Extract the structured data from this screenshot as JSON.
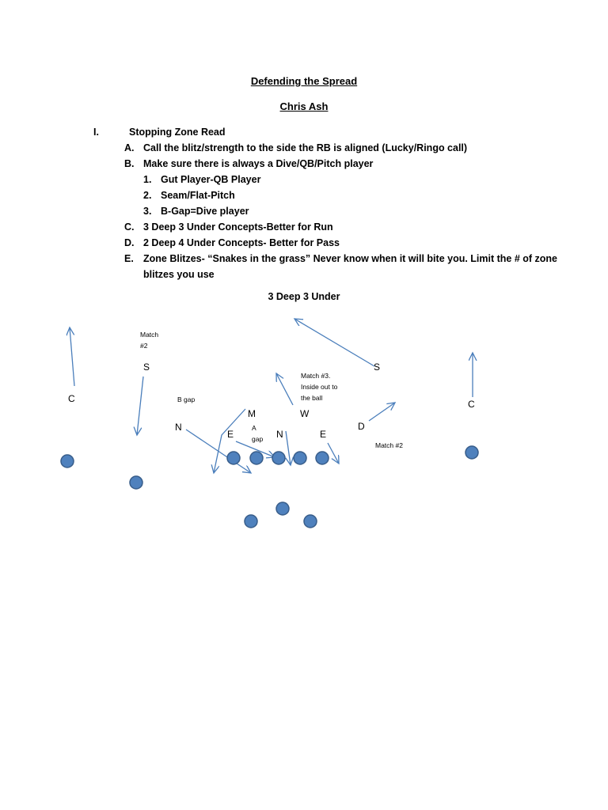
{
  "document": {
    "title": "Defending the Spread",
    "author": "Chris Ash",
    "section": {
      "number": "I.",
      "heading": "Stopping Zone Read",
      "items": [
        {
          "marker": "A.",
          "text": "Call the blitz/strength to the side the RB is aligned (Lucky/Ringo call)"
        },
        {
          "marker": "B.",
          "text": "Make sure there is always a Dive/QB/Pitch player"
        },
        {
          "marker": "C.",
          "text": "3 Deep 3 Under Concepts-Better for Run"
        },
        {
          "marker": "D.",
          "text": "2 Deep 4 Under Concepts- Better for Pass"
        },
        {
          "marker": "E.",
          "text": "Zone Blitzes- “Snakes in the grass” Never know when it will bite you. Limit the # of zone",
          "continuation": "blitzes you use"
        }
      ],
      "subitems": [
        {
          "marker": "1.",
          "text": "Gut Player-QB Player"
        },
        {
          "marker": "2.",
          "text": "Seam/Flat-Pitch"
        },
        {
          "marker": "3.",
          "text": "B-Gap=Dive player"
        }
      ]
    }
  },
  "diagram": {
    "title": "3 Deep 3 Under",
    "labels": {
      "c_left": "C",
      "s_left": "S",
      "match2_left": "Match\n#2",
      "b_gap": "B gap",
      "n_left": "N",
      "m": "M",
      "e_left": "E",
      "a_gap": "A\ngap",
      "n_mid": "N",
      "w": "W",
      "e_right": "E",
      "match3": "Match #3.\nInside out to\nthe ball",
      "d": "D",
      "s_right": "S",
      "match2_right": "Match #2",
      "c_right": "C"
    },
    "colors": {
      "player_fill": "#4f81bd",
      "player_stroke": "#385d8a",
      "arrow": "#4a7ebb"
    }
  }
}
